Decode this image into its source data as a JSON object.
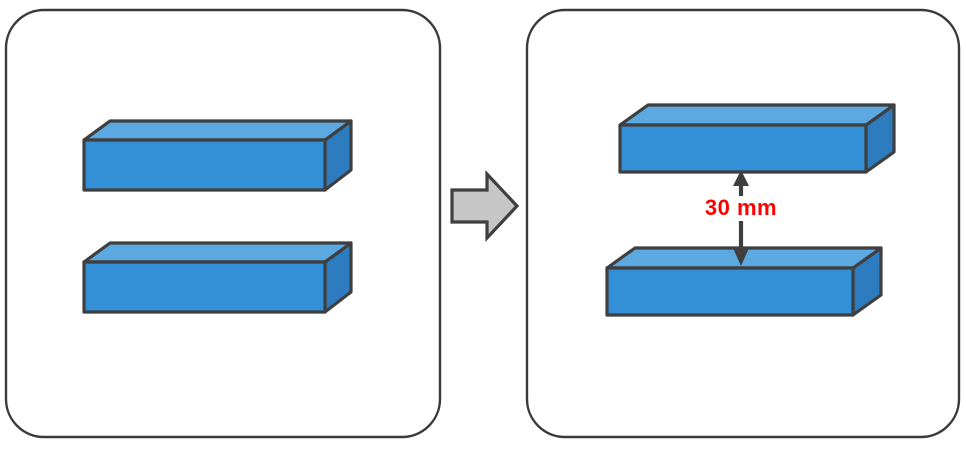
{
  "figure": {
    "title": "Two-bar spacing illustration",
    "background_color": "#ffffff"
  },
  "colors": {
    "bar_front": "#3490d6",
    "bar_top": "#5ba9e0",
    "bar_side": "#2c7cbf",
    "bar_outline": "#3f3f3f",
    "panel_border": "#3a3a3a",
    "panel_fill": "#ffffff",
    "flow_arrow_fill": "#c6c6c6",
    "flow_arrow_stroke": "#3f3f3f",
    "dimension_line": "#3f3f3f",
    "dimension_label": "#ff0000"
  },
  "panels": [
    {
      "id": "before-panel",
      "name": "before-state-panel",
      "label": "",
      "bars": [
        {
          "name": "bar-top-before",
          "label": ""
        },
        {
          "name": "bar-bottom-before",
          "label": ""
        }
      ],
      "annotations": []
    },
    {
      "id": "after-panel",
      "name": "after-state-panel",
      "label": "",
      "bars": [
        {
          "name": "bar-top-after",
          "label": ""
        },
        {
          "name": "bar-bottom-after",
          "label": ""
        }
      ],
      "annotations": [
        {
          "name": "gap-dimension",
          "text": "30 mm",
          "value": 30,
          "unit": "mm",
          "color": "#ff0000"
        }
      ]
    }
  ],
  "flow": {
    "name": "flow-arrow",
    "direction": "right",
    "label": ""
  },
  "dimension": {
    "text": "30 mm",
    "value": "30",
    "unit": "mm"
  }
}
